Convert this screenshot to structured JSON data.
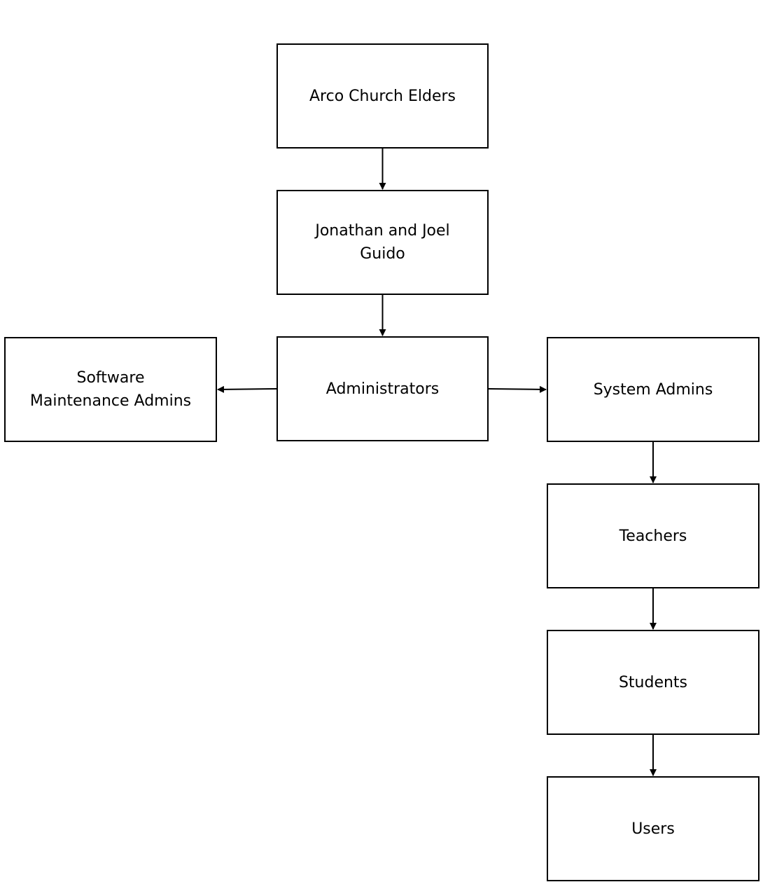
{
  "diagram": {
    "nodes": {
      "elders": "Arco Church Elders",
      "guido": "Jonathan and Joel\nGuido",
      "administrators": "Administrators",
      "software_admins": "Software\nMaintenance Admins",
      "system_admins": "System Admins",
      "teachers": "Teachers",
      "students": "Students",
      "users": "Users"
    },
    "edges": [
      [
        "elders",
        "guido"
      ],
      [
        "guido",
        "administrators"
      ],
      [
        "administrators",
        "software_admins"
      ],
      [
        "administrators",
        "system_admins"
      ],
      [
        "system_admins",
        "teachers"
      ],
      [
        "teachers",
        "students"
      ],
      [
        "students",
        "users"
      ]
    ],
    "colors": {
      "stroke": "#000000",
      "fill": "#ffffff",
      "text": "#000000"
    }
  }
}
